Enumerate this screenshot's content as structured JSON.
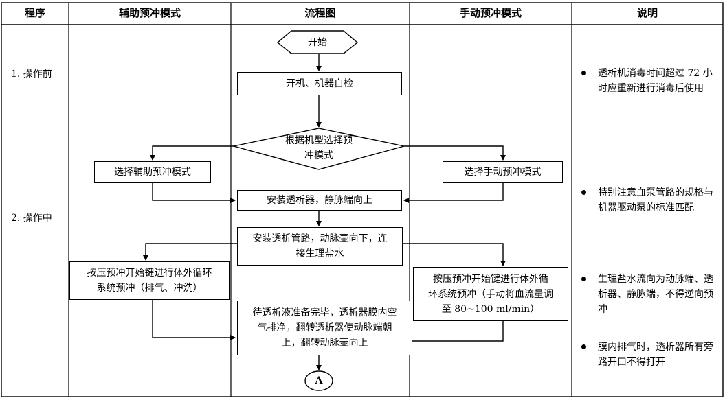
{
  "headers": {
    "program": "程序",
    "assist_mode": "辅助预冲模式",
    "flowchart": "流程图",
    "manual_mode": "手动预冲模式",
    "notes": "说明"
  },
  "stages": {
    "before": "1. 操作前",
    "during": "2. 操作中"
  },
  "flow": {
    "start": "开始",
    "power_on": "开机、机器自检",
    "decision_line1": "根据机型选择预",
    "decision_line2": "冲模式",
    "install_dialyzer": "安装透析器，静脉端向上",
    "install_tubing_line1": "安装透析管路，动脉壶向下，连",
    "install_tubing_line2": "接生理盐水",
    "ready_line1": "待透析液准备完毕，透析器膜内空",
    "ready_line2": "气排净，翻转透析器使动脉端朝",
    "ready_line3": "上，翻转动脉壶向上",
    "connector": "A"
  },
  "assist": {
    "select": "选择辅助预冲模式",
    "press_line1": "按压预冲开始键进行体外循环",
    "press_line2": "系统预冲（排气、冲洗）"
  },
  "manual": {
    "select": "选择手动预冲模式",
    "press_line1": "按压预冲开始键进行体外循",
    "press_line2": "环系统预冲（手动将血流量调",
    "press_line3": "至 80~100 ml/min）"
  },
  "notes": [
    "透析机消毒时间超过 72 小时应重新进行消毒后使用",
    "特别注意血泵管路的规格与机器驱动泵的标准匹配",
    "生理盐水流向为动脉端、透析器、静脉端，不得逆向预冲",
    "膜内排气时，透析器所有旁路开口不得打开"
  ]
}
